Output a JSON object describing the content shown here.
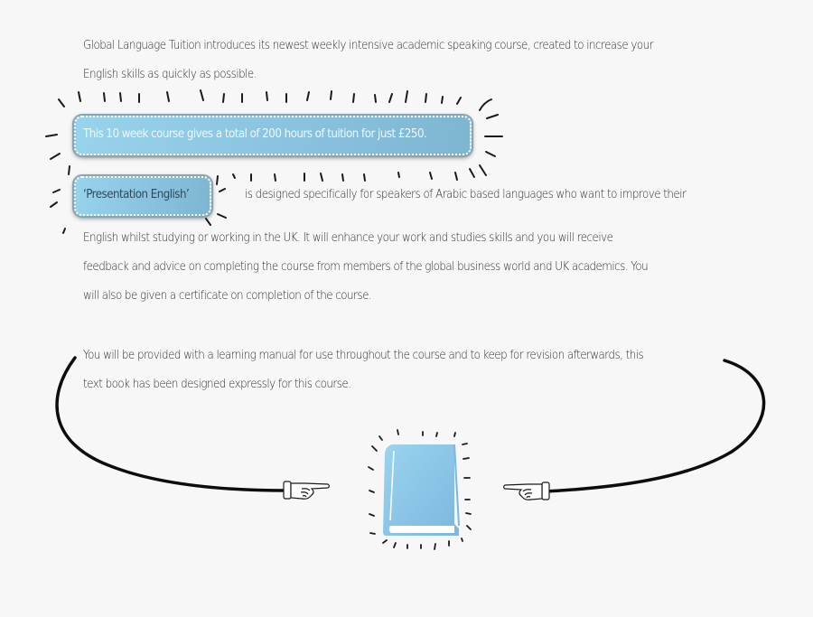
{
  "intro": {
    "line1": "Global Language Tuition introduces its newest weekly intensive academic speaking course, created to increase your",
    "line2": "English skills as quickly as possible."
  },
  "highlight": {
    "text": "This 10 week course gives a total of 200 hours of tuition for just £250.",
    "color_start": "#98d3ec",
    "color_end": "#7eb6d2",
    "text_color": "#eef8fc"
  },
  "course_name": {
    "label": "‘Presentation English’",
    "text_color": "#2d4a5a"
  },
  "description": {
    "line1": "is designed specifically for speakers of Arabic based languages who want to improve their",
    "line2": "English whilst studying or working in the UK. It will enhance your work and studies skills and you will receive",
    "line3": "feedback and advice on completing the course from members of the global business world and UK academics. You",
    "line4": "will also be given a certificate on completion of the course."
  },
  "manual": {
    "line1": "You will be provided with a learning manual for use throughout the course and to keep for revision afterwards, this",
    "line2": "text book has been designed expressly for this course."
  },
  "illustrations": {
    "book_icon": "book-icon",
    "left_hand_icon": "pointing-hand-right-icon",
    "right_hand_icon": "pointing-hand-left-icon",
    "book_color": "#8cc6e6"
  }
}
